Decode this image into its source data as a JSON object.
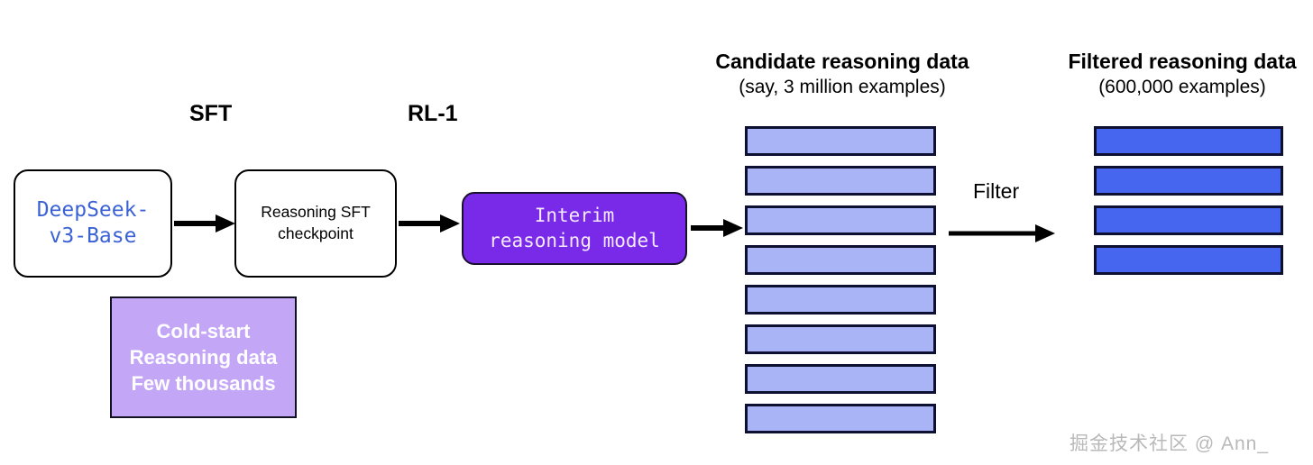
{
  "diagram": {
    "title_watermark": "掘金技术社区 @ Ann_",
    "stages": [
      {
        "name": "sft",
        "label": "SFT"
      },
      {
        "name": "rl1",
        "label": "RL-1"
      }
    ],
    "nodes": [
      {
        "name": "deepseek-v3-base",
        "label": "DeepSeek-\nv3-Base"
      },
      {
        "name": "reasoning-sft-checkpoint",
        "label": "Reasoning SFT\ncheckpoint"
      },
      {
        "name": "interim-reasoning-model",
        "label": "Interim\nreasoning model"
      },
      {
        "name": "cold-start-data",
        "label": "Cold-start\nReasoning data\nFew thousands"
      }
    ],
    "columns": [
      {
        "name": "candidate-reasoning-data",
        "heading": "Candidate reasoning data",
        "subheading": "(say, 3 million examples)",
        "bar_count": 8
      },
      {
        "name": "filtered-reasoning-data",
        "heading": "Filtered reasoning data",
        "subheading": "(600,000 examples)",
        "bar_count": 4
      }
    ],
    "filter": {
      "label": "Filter"
    },
    "colors": {
      "node_text_blue": "#3b62d4",
      "interim_purple": "#7929e8",
      "coldstart_purple": "#c4a6f7",
      "bar_candidate": "#a8b4f5",
      "bar_filtered": "#4766ef",
      "bar_border": "#0d1030",
      "arrow": "#000000"
    }
  }
}
